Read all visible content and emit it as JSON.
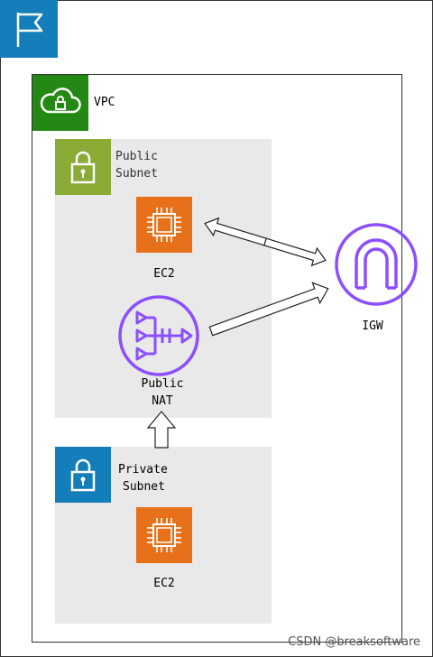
{
  "account": {
    "icon": "flag-icon",
    "color": "#147EBA"
  },
  "vpc": {
    "label": "VPC",
    "icon": "cloud-lock-icon",
    "color": "#248814"
  },
  "public_subnet": {
    "label_line1": "Public",
    "label_line2": "Subnet",
    "icon": "lock-icon",
    "color": "#7AA116",
    "bg": "#E9E9E9"
  },
  "private_subnet": {
    "label_line1": "Private",
    "label_line2": "Subnet",
    "icon": "lock-icon",
    "color": "#147EBA",
    "bg": "#E9E9E9"
  },
  "ec2_public": {
    "label": "EC2",
    "icon": "ec2-chip-icon",
    "color": "#E7711B"
  },
  "ec2_private": {
    "label": "EC2",
    "icon": "ec2-chip-icon",
    "color": "#E7711B"
  },
  "nat": {
    "label_line1": "Public",
    "label_line2": "NAT",
    "icon": "nat-gateway-icon",
    "color": "#8C4FFF"
  },
  "igw": {
    "label": "IGW",
    "icon": "internet-gateway-icon",
    "color": "#8C4FFF"
  },
  "watermark": "CSDN @breaksoftware"
}
